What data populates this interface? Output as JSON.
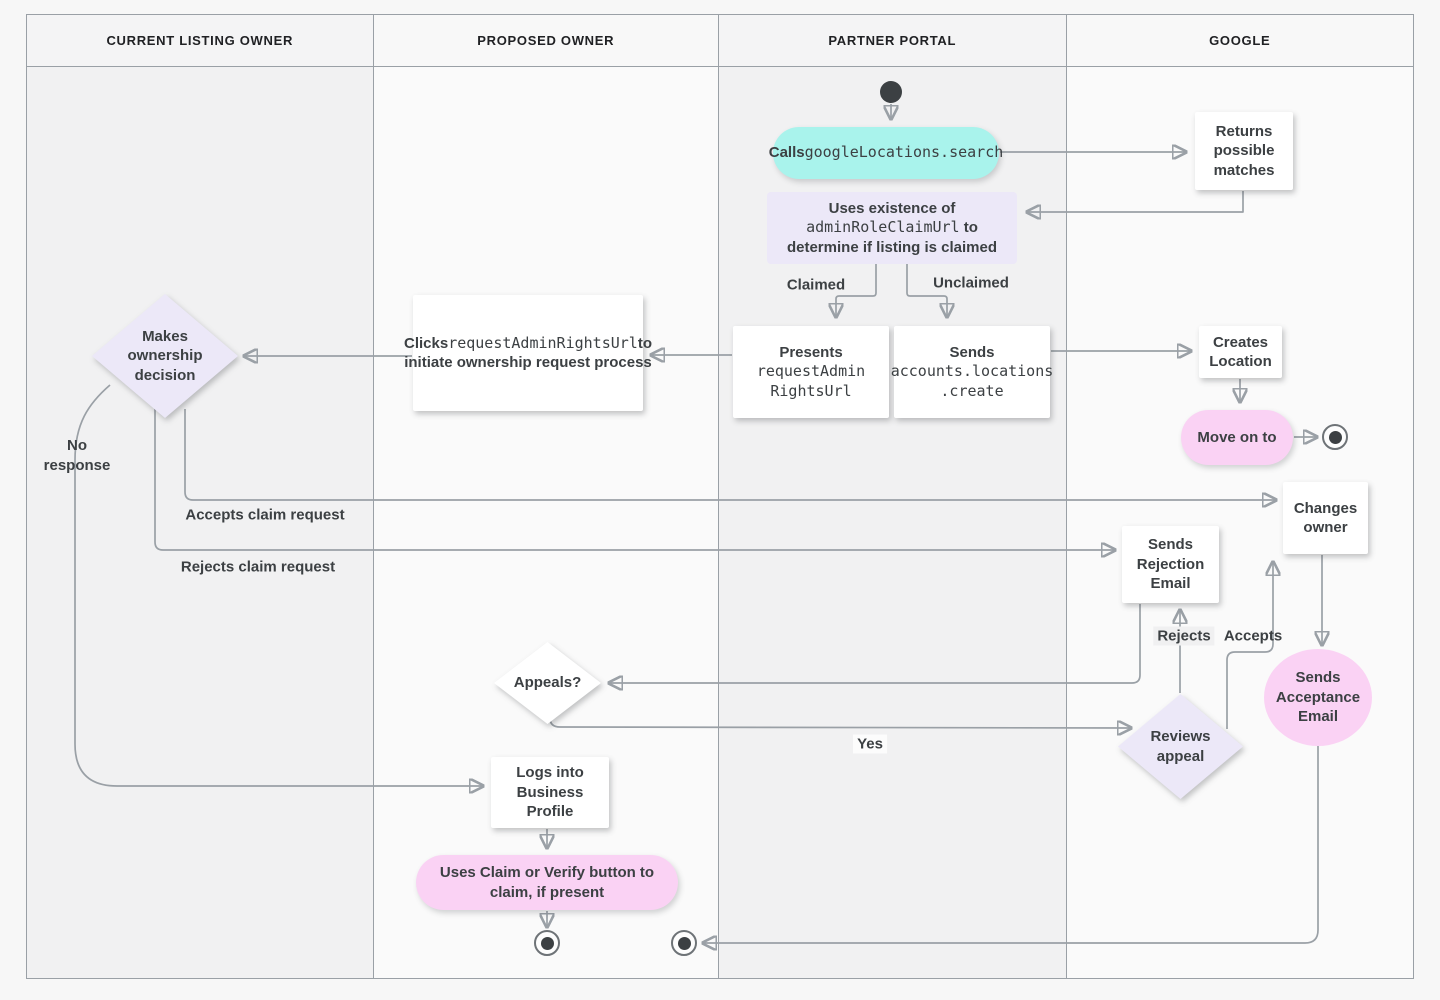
{
  "lanes": [
    "CURRENT LISTING OWNER",
    "PROPOSED OWNER",
    "PARTNER PORTAL",
    "GOOGLE"
  ],
  "nodes": {
    "calls": {
      "pre": "Calls",
      "code": "googleLocations.search"
    },
    "returns_matches": {
      "text": "Returns possible matches"
    },
    "uses_existence": {
      "pre": "Uses existence of",
      "code": "adminRoleClaimUrl",
      "post": "to determine if listing is claimed"
    },
    "presents": {
      "pre": "Presents",
      "code": "requestAdmin\nRightsUrl"
    },
    "sends_create": {
      "pre": "Sends",
      "code": "accounts.locations\n.create"
    },
    "clicks": {
      "pre": "Clicks",
      "code": "requestAdminRightsUrl",
      "post": "to initiate ownership request process"
    },
    "makes_decision": {
      "text": "Makes ownership decision"
    },
    "creates_location": {
      "text": "Creates Location"
    },
    "move_on": {
      "text": "Move on to"
    },
    "changes_owner": {
      "text": "Changes owner"
    },
    "sends_rejection": {
      "text": "Sends Rejection Email"
    },
    "appeals": {
      "text": "Appeals?"
    },
    "reviews_appeal": {
      "text": "Reviews appeal"
    },
    "sends_acceptance": {
      "text": "Sends Acceptance Email"
    },
    "logs_into": {
      "text": "Logs into Business Profile"
    },
    "uses_claim": {
      "text": "Uses Claim or Verify button to claim, if present"
    }
  },
  "labels": {
    "claimed": "Claimed",
    "unclaimed": "Unclaimed",
    "no_response": "No response",
    "accepts_claim": "Accepts claim request",
    "rejects_claim": "Rejects claim request",
    "rejects": "Rejects",
    "accepts": "Accepts",
    "yes": "Yes"
  },
  "colors": {
    "teal": "#a9f3ec",
    "lavender": "#ece8f8",
    "pink": "#fad2f4",
    "line": "#9aa0a6",
    "arrow": "#7a8085",
    "ink": "#3c4043"
  }
}
